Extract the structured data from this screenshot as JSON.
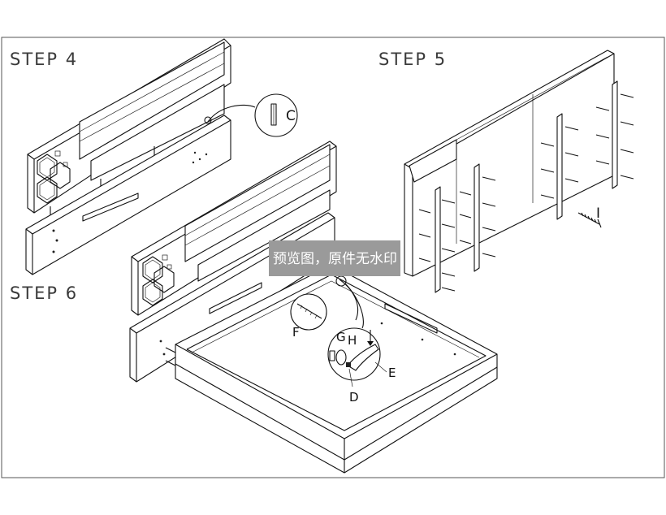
{
  "steps": {
    "step4": "STEP 4",
    "step5": "STEP 5",
    "step6": "STEP 6"
  },
  "parts": {
    "C": "C",
    "D": "D",
    "E": "E",
    "F": "F",
    "G": "G",
    "H": "H",
    "I": "I"
  },
  "watermark": {
    "text": "预览图，原件无水印",
    "background": "#9a9a9a"
  },
  "colors": {
    "line": "#111111",
    "frame": "#555555",
    "background": "#ffffff"
  }
}
